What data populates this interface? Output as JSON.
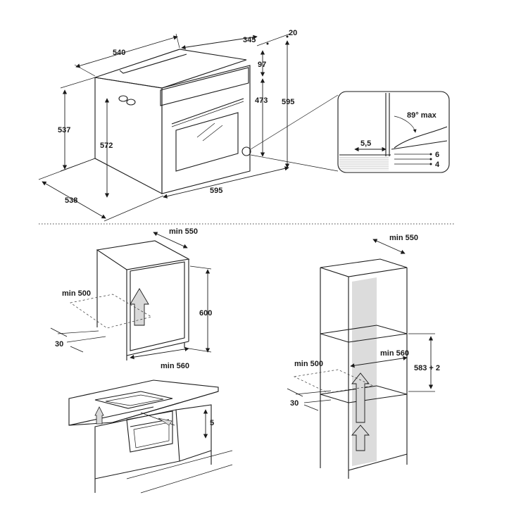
{
  "oven_dimensions": {
    "width_top": "540",
    "depth_top": "345",
    "gap_top": "20",
    "panel_height": "97",
    "inner_height": "473",
    "total_height": "595",
    "side_height": "537",
    "inner_side_height": "572",
    "depth_bottom": "538",
    "width_bottom": "595"
  },
  "detail": {
    "angle": "89° max",
    "gap": "5,5",
    "dim_a": "6",
    "dim_b": "4"
  },
  "undercounter": {
    "depth_min": "min 550",
    "vent_min": "min 500",
    "height": "600",
    "width_min": "min 560",
    "gap": "30"
  },
  "column": {
    "depth_min": "min 550",
    "width_min": "min 560",
    "vent_min": "min 500",
    "height": "583 + 2",
    "gap": "30"
  },
  "hob": {
    "gap": "5"
  },
  "colors": {
    "line": "#1a1a1a",
    "shade": "#d9d9d9",
    "wood": "#e8e8e8"
  }
}
